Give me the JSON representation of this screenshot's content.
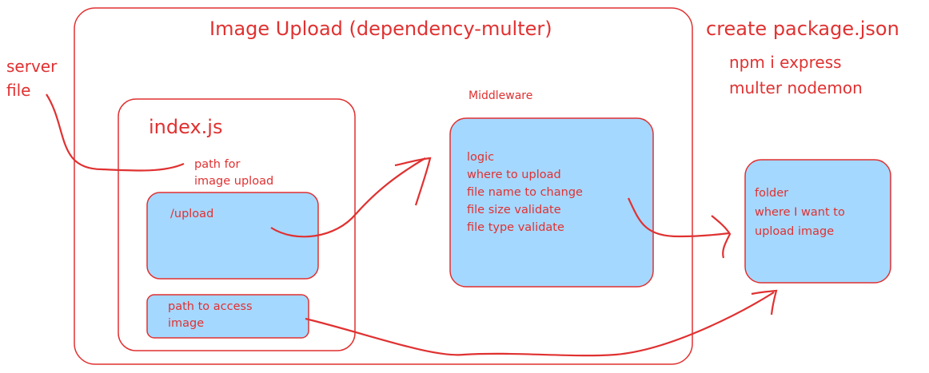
{
  "title": "Image Upload  (dependency-multer)",
  "server_file": [
    "server",
    "file"
  ],
  "index_js": {
    "title": "index.js",
    "path_for_upload": [
      "path for",
      "image upload"
    ],
    "upload_route": "/upload",
    "path_to_access": [
      "path to access",
      "image"
    ]
  },
  "middleware": {
    "title": "Middleware",
    "lines": [
      "logic",
      "where to upload",
      "file name to change",
      "file size validate",
      "file type validate"
    ]
  },
  "setup": {
    "create": "create package.json",
    "install": [
      "npm i express",
      "multer nodemon"
    ]
  },
  "folder": {
    "lines": [
      "folder",
      "where I want to",
      "upload image"
    ]
  },
  "colors": {
    "stroke": "#e03131",
    "fill": "#a5d8ff"
  }
}
